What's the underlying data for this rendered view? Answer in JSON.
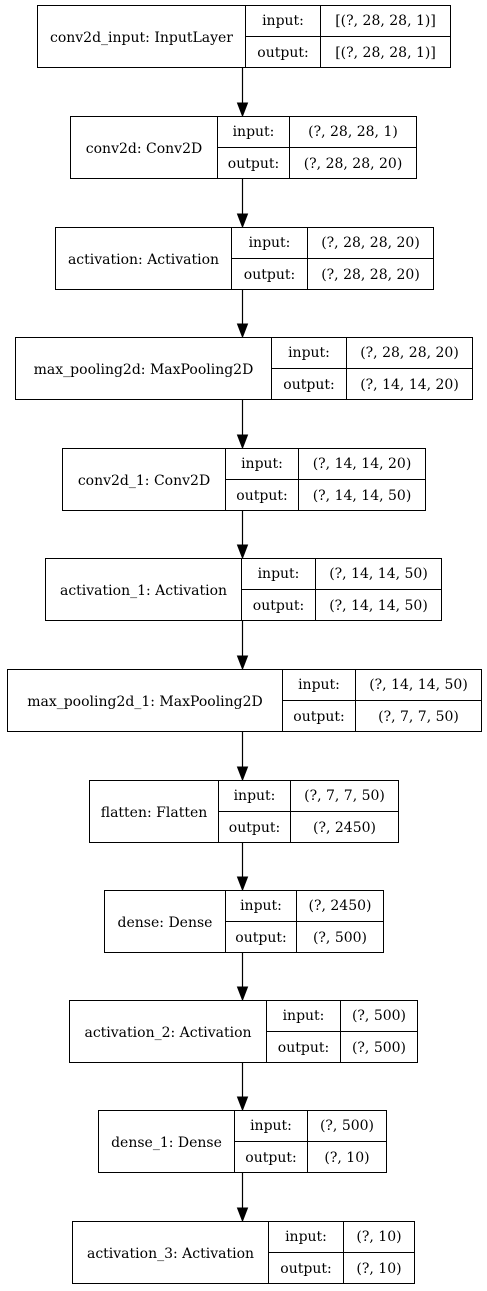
{
  "diagram": {
    "layers": [
      {
        "name": "conv2d_input: InputLayer",
        "input_label": "input:",
        "output_label": "output:",
        "input": "[(?, 28, 28, 1)]",
        "output": "[(?, 28, 28, 1)]"
      },
      {
        "name": "conv2d: Conv2D",
        "input_label": "input:",
        "output_label": "output:",
        "input": "(?, 28, 28, 1)",
        "output": "(?, 28, 28, 20)"
      },
      {
        "name": "activation: Activation",
        "input_label": "input:",
        "output_label": "output:",
        "input": "(?, 28, 28, 20)",
        "output": "(?, 28, 28, 20)"
      },
      {
        "name": "max_pooling2d: MaxPooling2D",
        "input_label": "input:",
        "output_label": "output:",
        "input": "(?, 28, 28, 20)",
        "output": "(?, 14, 14, 20)"
      },
      {
        "name": "conv2d_1: Conv2D",
        "input_label": "input:",
        "output_label": "output:",
        "input": "(?, 14, 14, 20)",
        "output": "(?, 14, 14, 50)"
      },
      {
        "name": "activation_1: Activation",
        "input_label": "input:",
        "output_label": "output:",
        "input": "(?, 14, 14, 50)",
        "output": "(?, 14, 14, 50)"
      },
      {
        "name": "max_pooling2d_1: MaxPooling2D",
        "input_label": "input:",
        "output_label": "output:",
        "input": "(?, 14, 14, 50)",
        "output": "(?, 7, 7, 50)"
      },
      {
        "name": "flatten: Flatten",
        "input_label": "input:",
        "output_label": "output:",
        "input": "(?, 7, 7, 50)",
        "output": "(?, 2450)"
      },
      {
        "name": "dense: Dense",
        "input_label": "input:",
        "output_label": "output:",
        "input": "(?, 2450)",
        "output": "(?, 500)"
      },
      {
        "name": "activation_2: Activation",
        "input_label": "input:",
        "output_label": "output:",
        "input": "(?, 500)",
        "output": "(?, 500)"
      },
      {
        "name": "dense_1: Dense",
        "input_label": "input:",
        "output_label": "output:",
        "input": "(?, 500)",
        "output": "(?, 10)"
      },
      {
        "name": "activation_3: Activation",
        "input_label": "input:",
        "output_label": "output:",
        "input": "(?, 10)",
        "output": "(?, 10)"
      }
    ],
    "colors": {
      "stroke": "#000000",
      "background": "#ffffff",
      "text": "#000000"
    }
  }
}
